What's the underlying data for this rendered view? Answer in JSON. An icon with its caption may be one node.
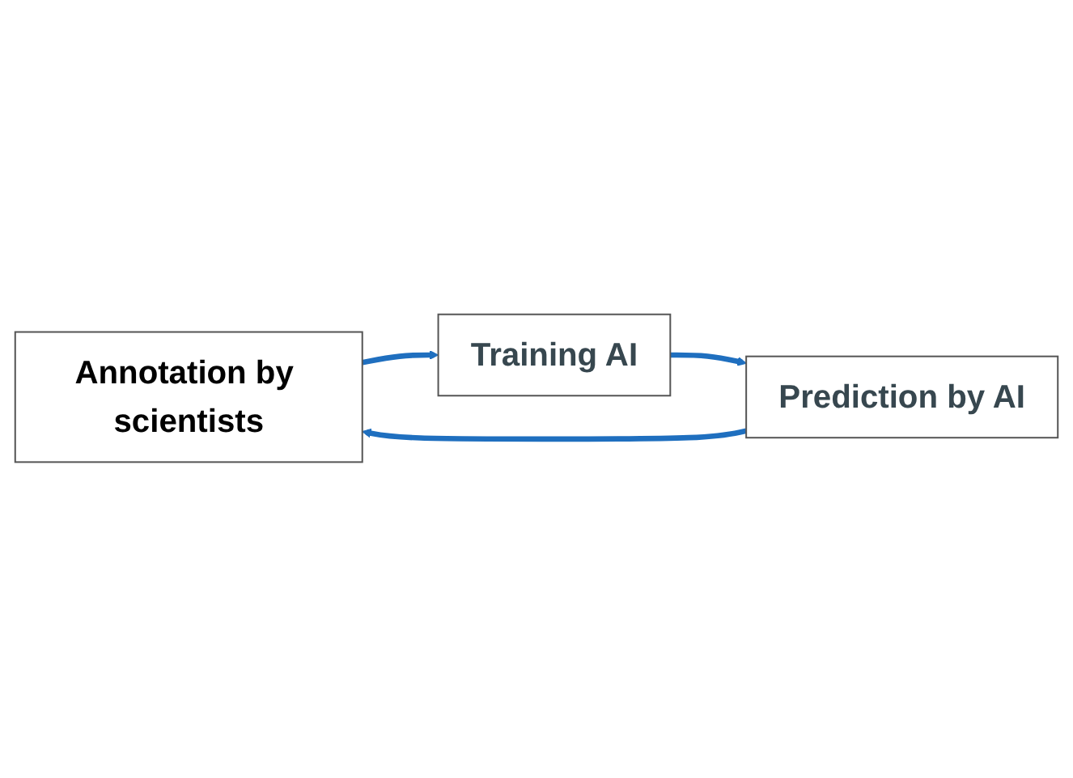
{
  "diagram": {
    "nodes": [
      {
        "text": [
          "Annotation by scientists"
        ]
      },
      {
        "text": [
          "Prediction by AI"
        ]
      },
      {
        "text": [
          "Training AI"
        ]
      }
    ],
    "edges": [
      {
        "from": 0,
        "to": 2,
        "arrow": "to"
      },
      {
        "from": 2,
        "to": 1,
        "arrow": "to"
      },
      {
        "from": 1,
        "to": 0,
        "arrow": "to"
      }
    ]
  }
}
